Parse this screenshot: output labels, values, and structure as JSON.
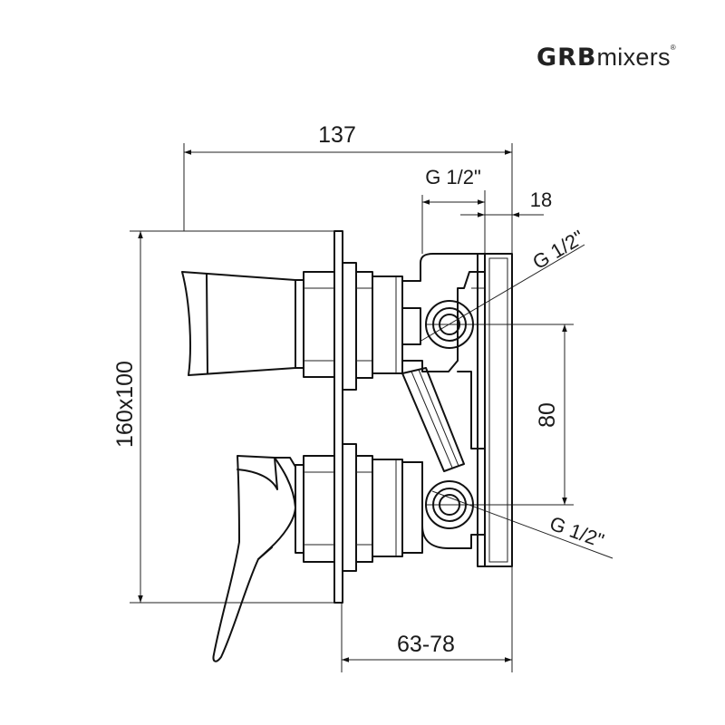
{
  "brand": {
    "logo_bold": "GRB",
    "logo_text": "mixers",
    "registered_mark": "®"
  },
  "dimensions": {
    "overall_depth": "137",
    "inlet_top_label": "G 1/2\"",
    "plate_thickness": "18",
    "outlet_upper_label": "G 1/2\"",
    "outlet_spacing": "80",
    "outlet_lower_label": "G 1/2\"",
    "plate_size": "160x100",
    "install_depth": "63-78"
  },
  "colors": {
    "line": "#111111",
    "dimension": "#222222"
  }
}
